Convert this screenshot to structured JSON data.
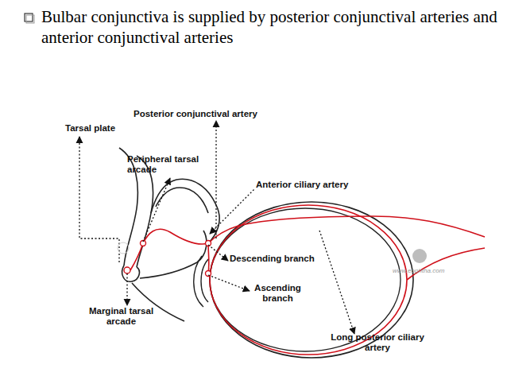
{
  "diagram": {
    "title": "Bulbar conjunctiva is supplied by posterior conjunctival arteries and anterior conjunctival arteries",
    "labels": [
      "Posterior conjunctival artery",
      "Tarsal plate",
      "Peripheral tarsal arcade",
      "Anterior ciliary artery",
      "Descending branch",
      "Ascending branch",
      "Marginal tarsal arcade",
      "Long posterior ciliary artery",
      "www.eophtha.com"
    ]
  }
}
